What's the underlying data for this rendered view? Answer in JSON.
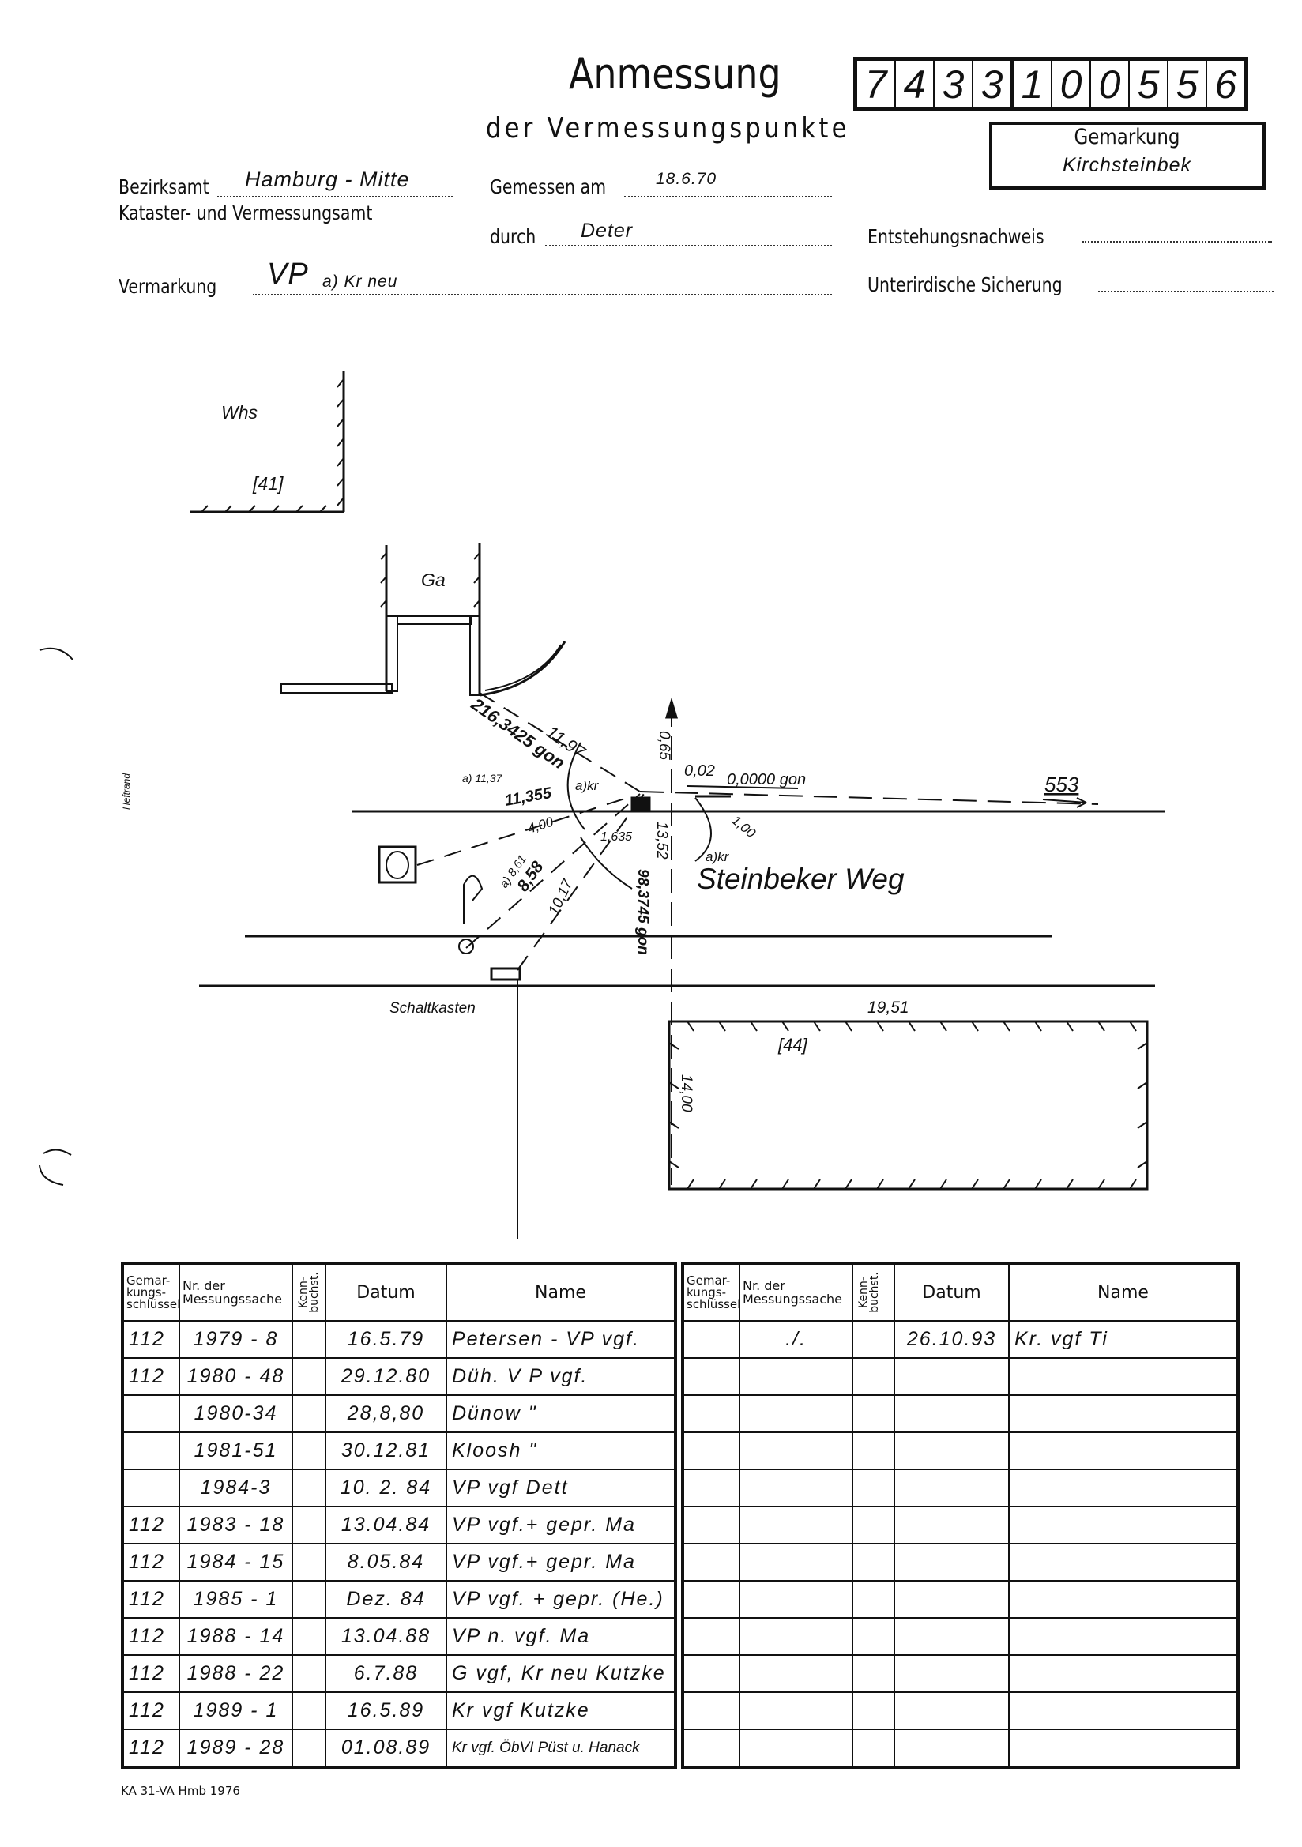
{
  "header": {
    "title": "Anmessung",
    "subtitle": "der Vermessungspunkte",
    "number_digits": [
      "7",
      "4",
      "3",
      "3",
      "1",
      "0",
      "0",
      "5",
      "5",
      "6"
    ],
    "gemarkung_label": "Gemarkung",
    "gemarkung_value": "Kirchsteinbek"
  },
  "form": {
    "bezirksamt_label": "Bezirksamt",
    "bezirksamt_value": "Hamburg - Mitte",
    "kataster_label": "Kataster- und Vermessungsamt",
    "gemessen_label": "Gemessen am",
    "gemessen_value": "18.6.70",
    "durch_label": "durch",
    "durch_value": "Deter",
    "entstehung_label": "Entstehungsnachweis",
    "vermarkung_label": "Vermarkung",
    "vermarkung_value_main": "VP",
    "vermarkung_value_extra": "a) Kr neu",
    "unterirdisch_label": "Unterirdische Sicherung"
  },
  "sketch": {
    "whs": "Whs",
    "parcel_41": "[41]",
    "ga": "Ga",
    "dist_1197": "11,97",
    "angle_216": "216,3425 gon",
    "dist_065": "0,65",
    "dist_002": "0,02",
    "angle_0": "0,0000 gon",
    "point_553": "553",
    "dist_11355_a": "a) 11,37",
    "dist_11355": "11,355",
    "akr_1": "a)kr",
    "dist_400": "4,00",
    "dist_1635": "1,635",
    "dist_1352": "13,52",
    "dist_100": "1,00",
    "akr_2": "a)kr",
    "dist_858_a": "a) 8,61",
    "dist_858": "8,58",
    "dist_1017": "10,17",
    "angle_98": "98,3745 gon",
    "street": "Steinbeker Weg",
    "schaltkasten": "Schaltkasten",
    "dist_1951": "19,51",
    "parcel_44": "[44]",
    "dist_1400": "14,00",
    "heftrand": "Heftrand"
  },
  "table_headers": {
    "gemarkungsschluessel": "Gemar-kungs-schlüssel",
    "nr": "Nr. der Messungssache",
    "kennbuchst": "Kenn-buchst.",
    "datum": "Datum",
    "name": "Name"
  },
  "left_table": [
    {
      "key": "112",
      "nr": "1979 - 8",
      "kb": "",
      "datum": "16.5.79",
      "name": "Petersen -  VP vgf."
    },
    {
      "key": "112",
      "nr": "1980 - 48",
      "kb": "",
      "datum": "29.12.80",
      "name": "Düh.        V P vgf."
    },
    {
      "key": "",
      "nr": "1980-34",
      "kb": "",
      "datum": "28,8,80",
      "name": "Dünow          \""
    },
    {
      "key": "",
      "nr": "1981-51",
      "kb": "",
      "datum": "30.12.81",
      "name": "Kloosh          \""
    },
    {
      "key": "",
      "nr": "1984-3",
      "kb": "",
      "datum": "10. 2. 84",
      "name": "VP vgf  Dett"
    },
    {
      "key": "112",
      "nr": "1983 - 18",
      "kb": "",
      "datum": "13.04.84",
      "name": "VP vgf.+ gepr.  Ma"
    },
    {
      "key": "112",
      "nr": "1984 - 15",
      "kb": "",
      "datum": "8.05.84",
      "name": "VP vgf.+ gepr.  Ma"
    },
    {
      "key": "112",
      "nr": "1985 - 1",
      "kb": "",
      "datum": "Dez. 84",
      "name": "VP vgf. + gepr. (He.)"
    },
    {
      "key": "112",
      "nr": "1988 - 14",
      "kb": "",
      "datum": "13.04.88",
      "name": "VP n. vgf.  Ma"
    },
    {
      "key": "112",
      "nr": "1988 - 22",
      "kb": "",
      "datum": "6.7.88",
      "name": "G vgf, Kr neu Kutzke"
    },
    {
      "key": "112",
      "nr": "1989 - 1",
      "kb": "",
      "datum": "16.5.89",
      "name": "Kr vgf  Kutzke"
    },
    {
      "key": "112",
      "nr": "1989 - 28",
      "kb": "",
      "datum": "01.08.89",
      "name": "Kr vgf. ÖbVI Püst u. Hanack"
    }
  ],
  "right_table": [
    {
      "key": "",
      "nr": "./.",
      "kb": "",
      "datum": "26.10.93",
      "name": "Kr. vgf  Ti"
    },
    {
      "key": "",
      "nr": "",
      "kb": "",
      "datum": "",
      "name": ""
    },
    {
      "key": "",
      "nr": "",
      "kb": "",
      "datum": "",
      "name": ""
    },
    {
      "key": "",
      "nr": "",
      "kb": "",
      "datum": "",
      "name": ""
    },
    {
      "key": "",
      "nr": "",
      "kb": "",
      "datum": "",
      "name": ""
    },
    {
      "key": "",
      "nr": "",
      "kb": "",
      "datum": "",
      "name": ""
    },
    {
      "key": "",
      "nr": "",
      "kb": "",
      "datum": "",
      "name": ""
    },
    {
      "key": "",
      "nr": "",
      "kb": "",
      "datum": "",
      "name": ""
    },
    {
      "key": "",
      "nr": "",
      "kb": "",
      "datum": "",
      "name": ""
    },
    {
      "key": "",
      "nr": "",
      "kb": "",
      "datum": "",
      "name": ""
    },
    {
      "key": "",
      "nr": "",
      "kb": "",
      "datum": "",
      "name": ""
    },
    {
      "key": "",
      "nr": "",
      "kb": "",
      "datum": "",
      "name": ""
    }
  ],
  "footer": {
    "form_code": "KA 31-VA Hmb 1976"
  }
}
